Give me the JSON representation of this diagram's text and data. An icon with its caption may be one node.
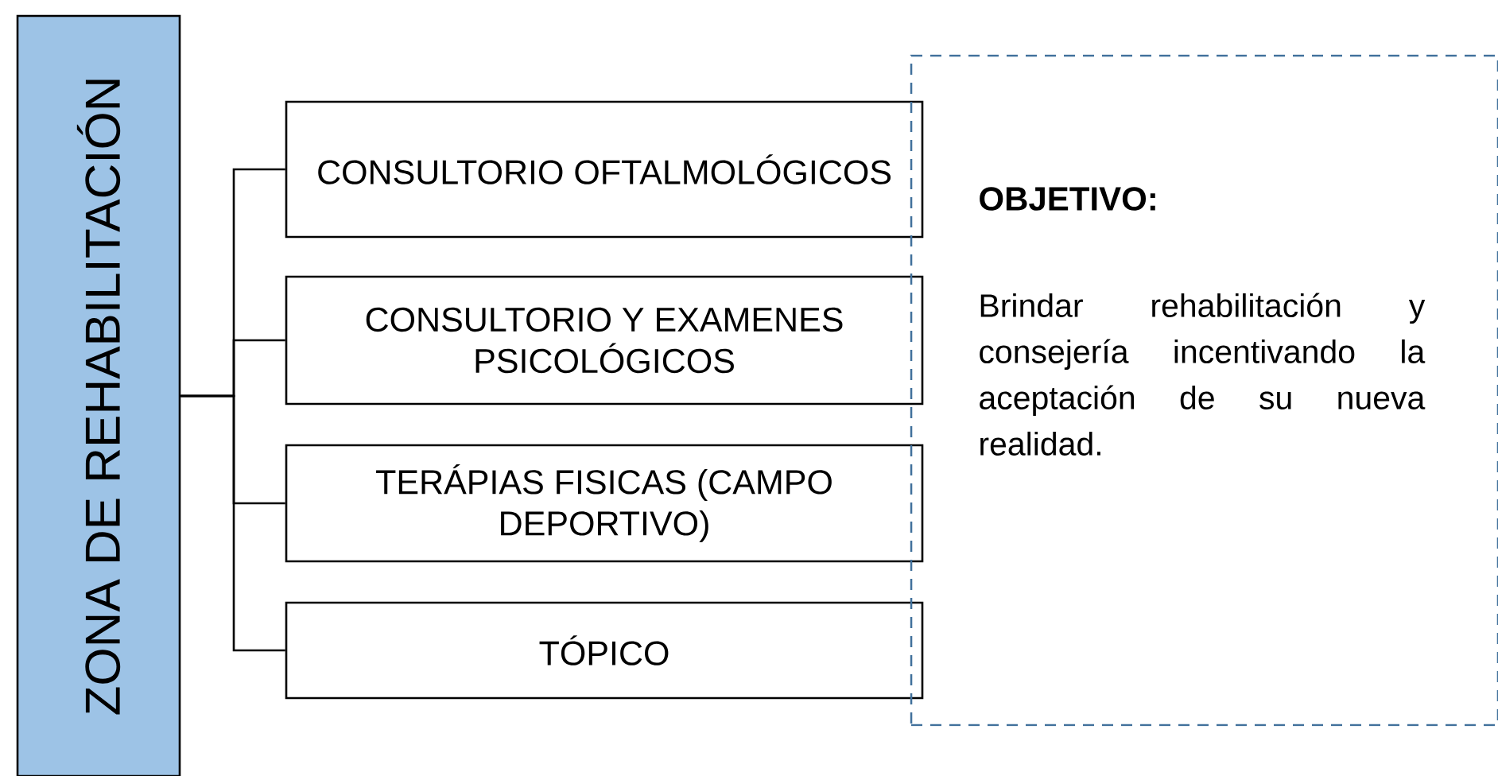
{
  "diagram": {
    "nodes": [
      {
        "text": [
          "ZONA  DE REHABILITACIÓN"
        ]
      },
      {
        "text": [
          "CONSULTORIO OFTALMOLÓGICOS"
        ]
      },
      {
        "text": [
          "CONSULTORIO Y EXAMENES PSICOLÓGICOS"
        ]
      },
      {
        "text": [
          "TERÁPIAS FISICAS (CAMPO DEPORTIVO)"
        ]
      },
      {
        "text": [
          "TÓPICO"
        ]
      },
      {
        "text": [
          "OBJETIVO:",
          "Brindar rehabilitación y consejería incentivando la aceptación de su nueva realidad."
        ]
      }
    ],
    "edges": [
      {
        "from": 0,
        "to": 1,
        "arrow": "none"
      },
      {
        "from": 0,
        "to": 2,
        "arrow": "none"
      },
      {
        "from": 0,
        "to": 3,
        "arrow": "none"
      },
      {
        "from": 0,
        "to": 4,
        "arrow": "none"
      }
    ]
  }
}
